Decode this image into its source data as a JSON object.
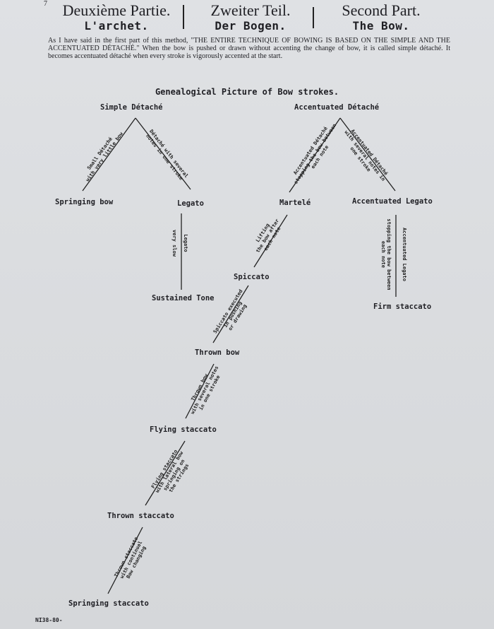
{
  "header": {
    "corner_mark": "7",
    "french": {
      "line1": "Deuxième Partie.",
      "line2": "L'archet."
    },
    "german": {
      "line1": "Zweiter Teil.",
      "line2": "Der Bogen."
    },
    "english": {
      "line1": "Second Part.",
      "line2": "The Bow."
    }
  },
  "intro": "As I have said in the first part of this method, \"THE ENTIRE TECHNIQUE OF BOWING IS BASED ON THE SIMPLE AND THE ACCENTUATED DÉTACHÉ.\" When the bow is pushed or drawn without accenting the change of bow, it is called simple détaché. It becomes accentuated détaché when every stroke is vigorously accented at the start.",
  "genealogy": {
    "title": "Genealogical Picture of Bow strokes.",
    "nodes": {
      "simple_detache": "Simple Détaché",
      "accentuated_detache": "Accentuated Détaché",
      "springing_bow": "Springing bow",
      "legato": "Legato",
      "martele": "Martelé",
      "accentuated_legato": "Accentuated Legato",
      "sustained_tone": "Sustained Tone",
      "spiccato": "Spiccato",
      "firm_staccato": "Firm staccato",
      "thrown_bow": "Thrown bow",
      "flying_staccato": "Flying staccato",
      "thrown_staccato": "Thrown staccato",
      "springing_staccato": "Springing staccato"
    },
    "edges": {
      "e1": [
        "Small Détaché",
        "with very little bow"
      ],
      "e2": [
        "Détaché with several",
        "notes in one stroke"
      ],
      "e3": [
        "Accentuated Détaché",
        "stopping the bow between",
        "each note"
      ],
      "e4": [
        "Accentuated Détaché",
        "with several notes in",
        "one stroke"
      ],
      "e5": [
        "Legato",
        "very slow"
      ],
      "e6": [
        "Lifting",
        "the bow after",
        "each note"
      ],
      "e7": [
        "Accentuated Legato",
        "stopping the bow between",
        "each note"
      ],
      "e8": [
        "Spiccato executed",
        "in pushing",
        "or drawing"
      ],
      "e9": [
        "Thrown bow",
        "with several notes",
        "in one stroke"
      ],
      "e10": [
        "Flying staccato",
        "with lateral bow",
        "springing on",
        "the strings"
      ],
      "e11": [
        "Thrown staccato",
        "with continual",
        "Bow changing"
      ]
    }
  },
  "footer": "NI38-80-"
}
